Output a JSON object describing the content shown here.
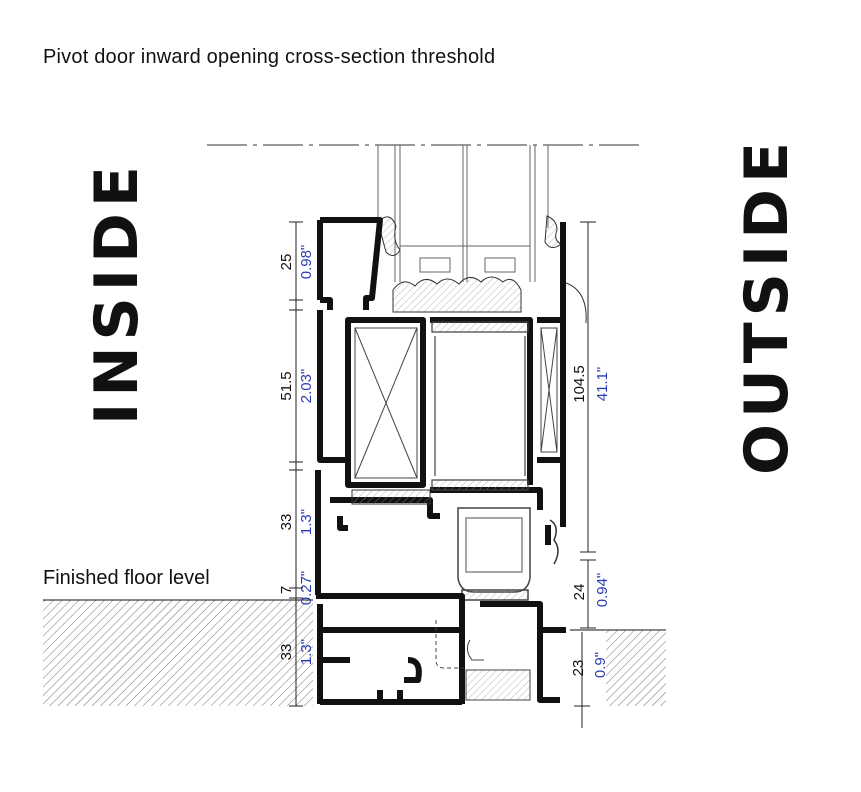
{
  "title": "Pivot door inward opening cross-section threshold",
  "floor_label": "Finished floor level",
  "inside_label": "INSIDE",
  "outside_label": "OUTSIDE",
  "colors": {
    "metric": "#111111",
    "imperial": "#2a3db0",
    "profile": "#111111",
    "hatch": "#777777"
  },
  "dimensions_left": [
    {
      "id": "top",
      "mm": "25",
      "inch": "0.98\""
    },
    {
      "id": "glass",
      "mm": "51.5",
      "inch": "2.03\""
    },
    {
      "id": "lower",
      "mm": "33",
      "inch": "1.3\""
    },
    {
      "id": "gap",
      "mm": "7",
      "inch": "0.27\""
    },
    {
      "id": "threshold",
      "mm": "33",
      "inch": "1.3\""
    }
  ],
  "dimensions_right": [
    {
      "id": "leaf",
      "mm": "104.5",
      "inch": "41.1\""
    },
    {
      "id": "sweep",
      "mm": "24",
      "inch": "0.94\""
    },
    {
      "id": "drop",
      "mm": "23",
      "inch": "0.9\""
    }
  ]
}
